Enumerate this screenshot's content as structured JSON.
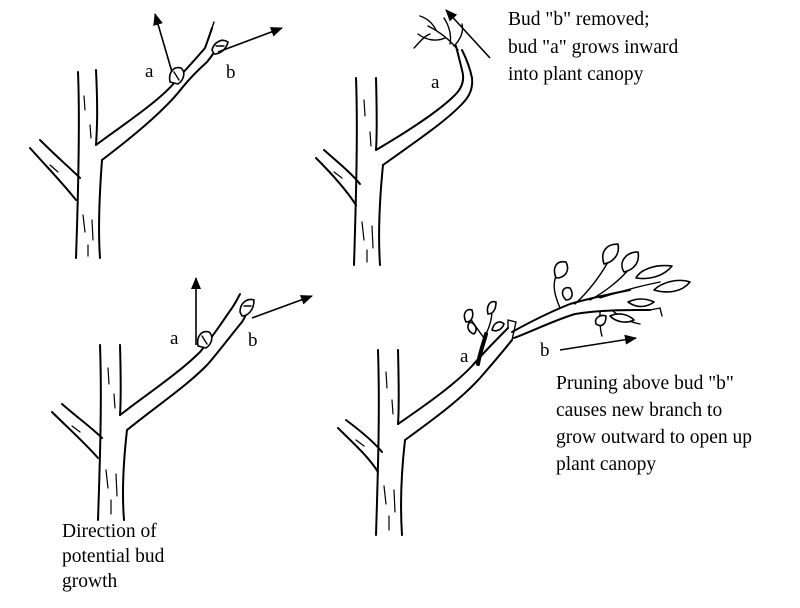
{
  "panels": {
    "top_left": {
      "bud_a": "a",
      "bud_b": "b"
    },
    "top_right": {
      "bud_a": "a",
      "caption": [
        "Bud \"b\" removed;",
        "bud \"a\" grows inward",
        "into plant canopy"
      ]
    },
    "bottom_left": {
      "bud_a": "a",
      "bud_b": "b",
      "caption": [
        "Direction of",
        "potential bud",
        "growth"
      ]
    },
    "bottom_right": {
      "bud_a": "a",
      "bud_b": "b",
      "caption": [
        "Pruning above bud \"b\"",
        "causes new branch to",
        "grow outward to open up",
        "plant canopy"
      ]
    }
  }
}
